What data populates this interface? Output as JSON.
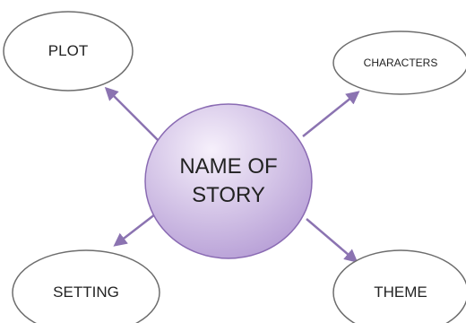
{
  "center": {
    "label_line1": "NAME OF",
    "label_line2": "STORY",
    "fill_light": "#f6f0fb",
    "fill_dark": "#b79fd6",
    "stroke": "#8a6bb3"
  },
  "nodes": {
    "plot": "PLOT",
    "characters": "CHARACTERS",
    "setting": "SETTING",
    "theme": "THEME"
  },
  "colors": {
    "arrow": "#8b73b1",
    "oval_stroke": "#6d6d6d",
    "oval_fill": "#ffffff"
  }
}
